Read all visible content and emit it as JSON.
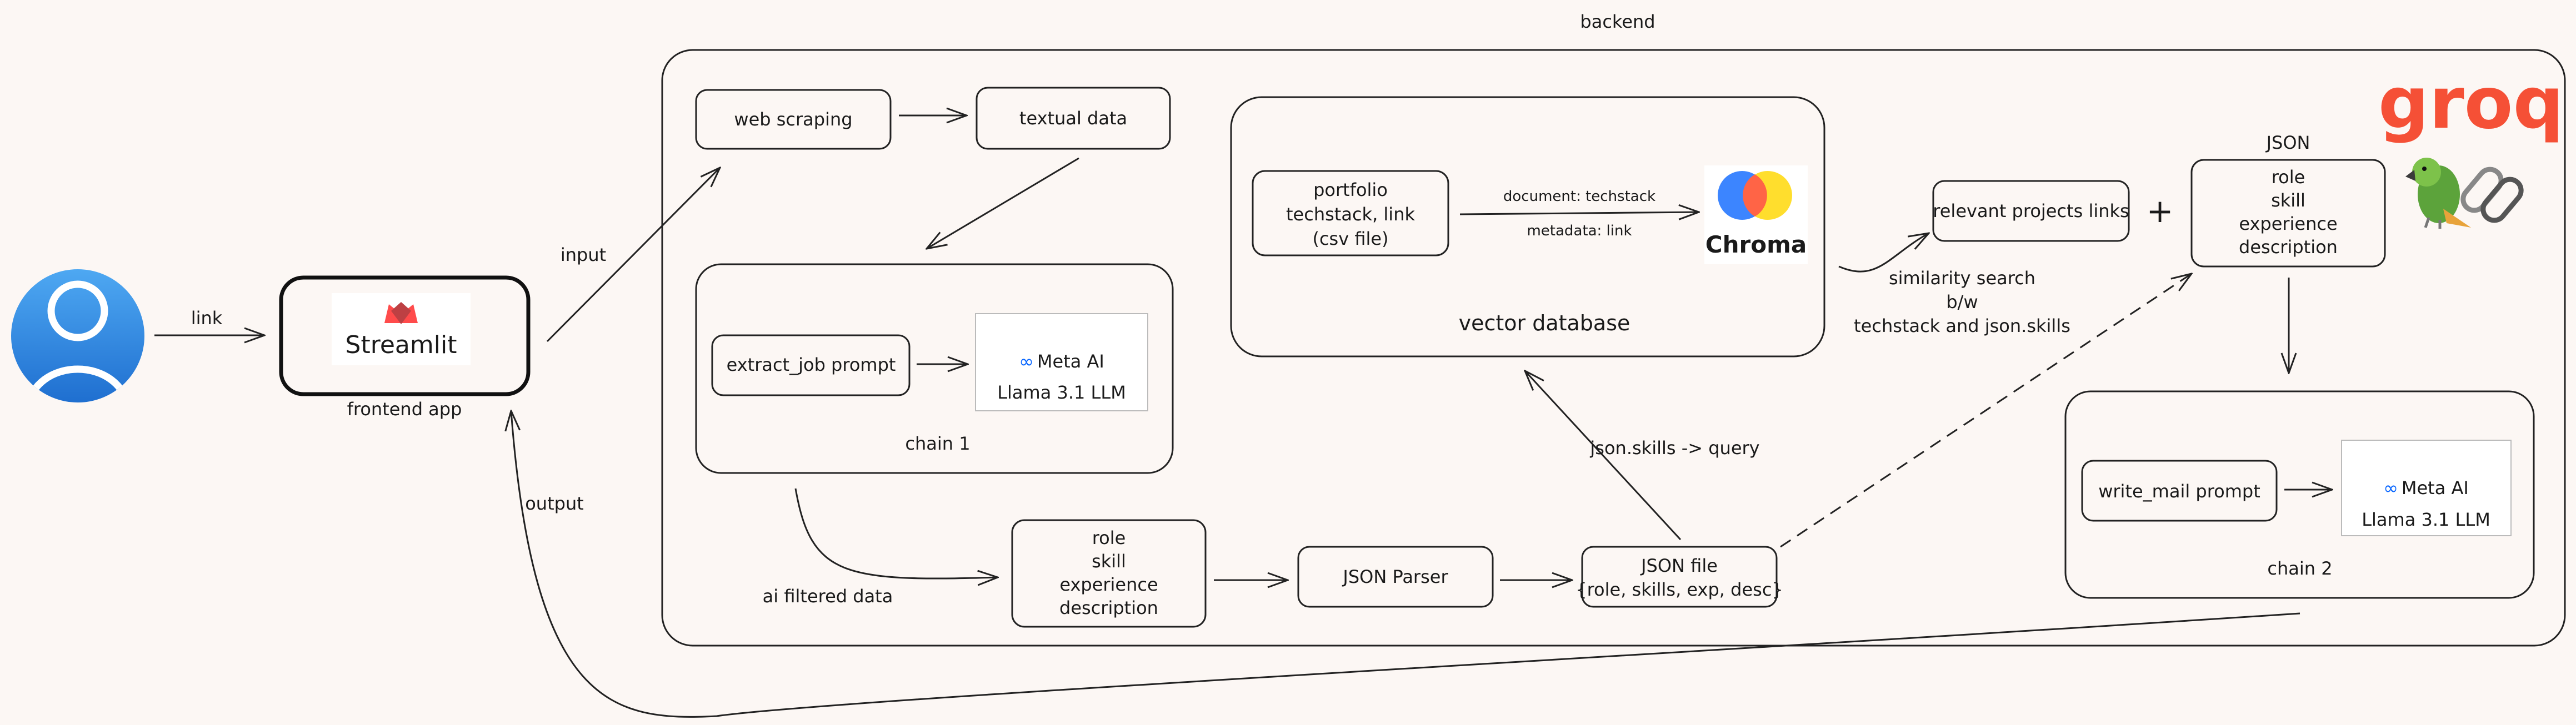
{
  "backend_label": "backend",
  "user": {
    "icon": "user-icon"
  },
  "labels": {
    "link": "link",
    "input": "input",
    "output": "output",
    "frontend_app": "frontend app",
    "ai_filtered_data": "ai filtered data",
    "json_skills_query": "json.skills -> query",
    "similarity_1": "similarity search",
    "similarity_2": "b/w",
    "similarity_3": "techstack and json.skills",
    "document": "document: techstack",
    "metadata": "metadata: link",
    "plus": "+",
    "json_heading": "JSON"
  },
  "streamlit": {
    "name": "Streamlit",
    "icon": "streamlit-crown-icon"
  },
  "boxes": {
    "web_scraping": "web scraping",
    "textual_data": "textual data",
    "extract_job_prompt": "extract_job prompt",
    "chain1": "chain 1",
    "vector_database": "vector database",
    "portfolio": [
      "portfolio",
      "techstack, link",
      "(csv file)"
    ],
    "relevant_projects": "relevant projects links",
    "json_fields": [
      "role",
      "skill",
      "experience",
      "description"
    ],
    "ai_fields": [
      "role",
      "skill",
      "experience",
      "description"
    ],
    "json_parser": "JSON Parser",
    "json_file": [
      "JSON file",
      "{role, skills, exp, desc}"
    ],
    "write_mail_prompt": "write_mail prompt",
    "chain2": "chain 2"
  },
  "llm": {
    "brand": "Meta AI",
    "model": "Llama 3.1 LLM"
  },
  "chroma": {
    "name": "Chroma",
    "colors": [
      "#327eff",
      "#ff6446",
      "#ffde2d"
    ]
  },
  "groq": {
    "name": "groq",
    "color": "#f55036"
  },
  "langchain": {
    "icons": [
      "parrot-icon",
      "chain-link-icon"
    ]
  }
}
